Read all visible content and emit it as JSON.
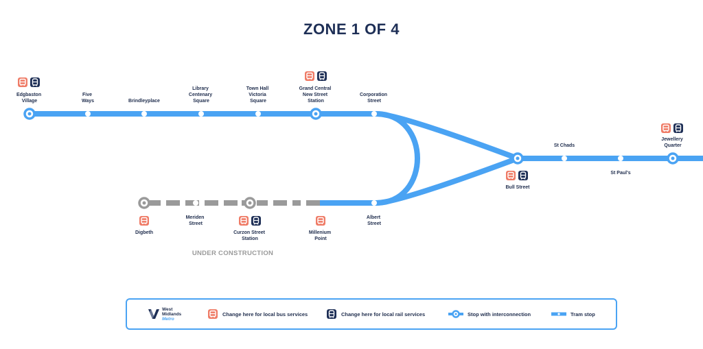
{
  "title": "ZONE 1 OF 4",
  "colors": {
    "line": "#4aa3f3",
    "construction": "#9a9a9a",
    "bus": "#ef7b66",
    "rail": "#1e2f56",
    "text": "#1f2d4d"
  },
  "stops": {
    "edgbaston_village": {
      "line1": "Edgbaston",
      "line2": "Village"
    },
    "five_ways": {
      "line1": "Five",
      "line2": "Ways"
    },
    "brindleyplace": {
      "line1": "Brindleyplace"
    },
    "library": {
      "line1": "Library",
      "line2": "Centenary",
      "line3": "Square"
    },
    "town_hall": {
      "line1": "Town Hall",
      "line2": "Victoria",
      "line3": "Square"
    },
    "grand_central": {
      "line1": "Grand Central",
      "line2": "New Street",
      "line3": "Station"
    },
    "corporation_street": {
      "line1": "Corporation",
      "line2": "Street"
    },
    "bull_street": {
      "line1": "Bull Street"
    },
    "st_chads": {
      "line1": "St Chads"
    },
    "st_pauls": {
      "line1": "St Paul's"
    },
    "jewellery_quarter": {
      "line1": "Jewellery",
      "line2": "Quarter"
    },
    "digbeth": {
      "line1": "Digbeth"
    },
    "meriden_street": {
      "line1": "Meriden",
      "line2": "Street"
    },
    "curzon_street": {
      "line1": "Curzon Street",
      "line2": "Station"
    },
    "millenium_point": {
      "line1": "Millenium",
      "line2": "Point"
    },
    "albert_street": {
      "line1": "Albert",
      "line2": "Street"
    }
  },
  "under_construction": "UNDER CONSTRUCTION",
  "legend": {
    "logo": {
      "line1": "West",
      "line2": "Midlands",
      "line3": "Metro"
    },
    "bus": "Change here for local bus services",
    "rail": "Change here for local rail services",
    "interconnection": "Stop with interconnection",
    "tram_stop": "Tram stop"
  }
}
